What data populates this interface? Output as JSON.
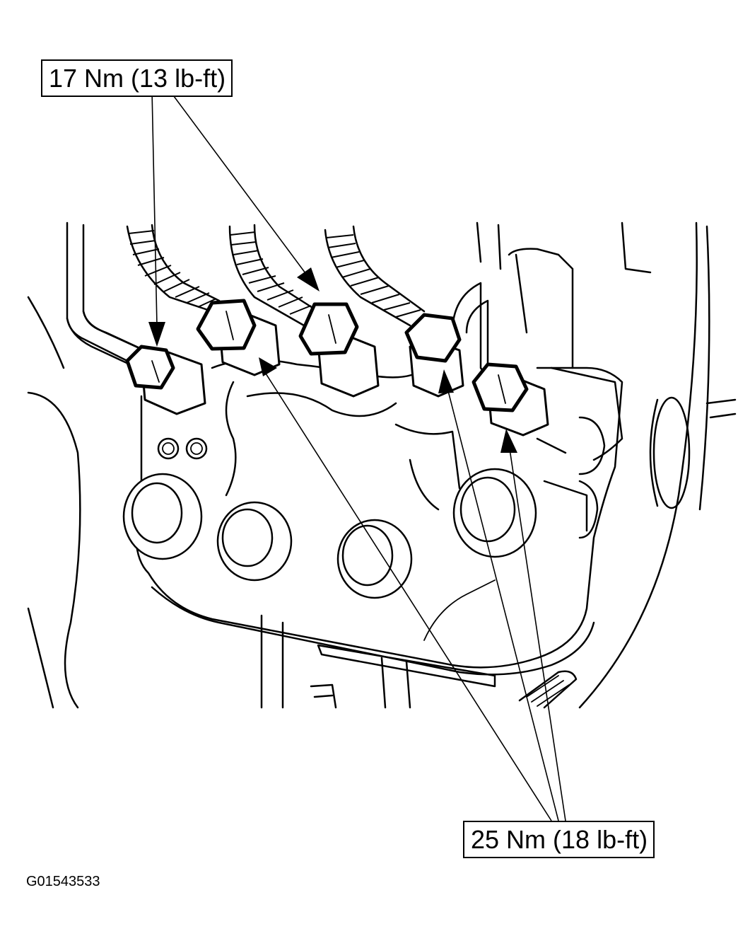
{
  "callouts": {
    "top_torque": "17 Nm (13 lb-ft)",
    "bottom_torque": "25 Nm (18 lb-ft)"
  },
  "figure_id": "G01543533",
  "colors": {
    "line": "#000000",
    "background": "#ffffff"
  },
  "icons": {
    "fitting": "hex-nut-icon",
    "hose": "braided-hose-icon",
    "pointer": "arrow-icon"
  }
}
